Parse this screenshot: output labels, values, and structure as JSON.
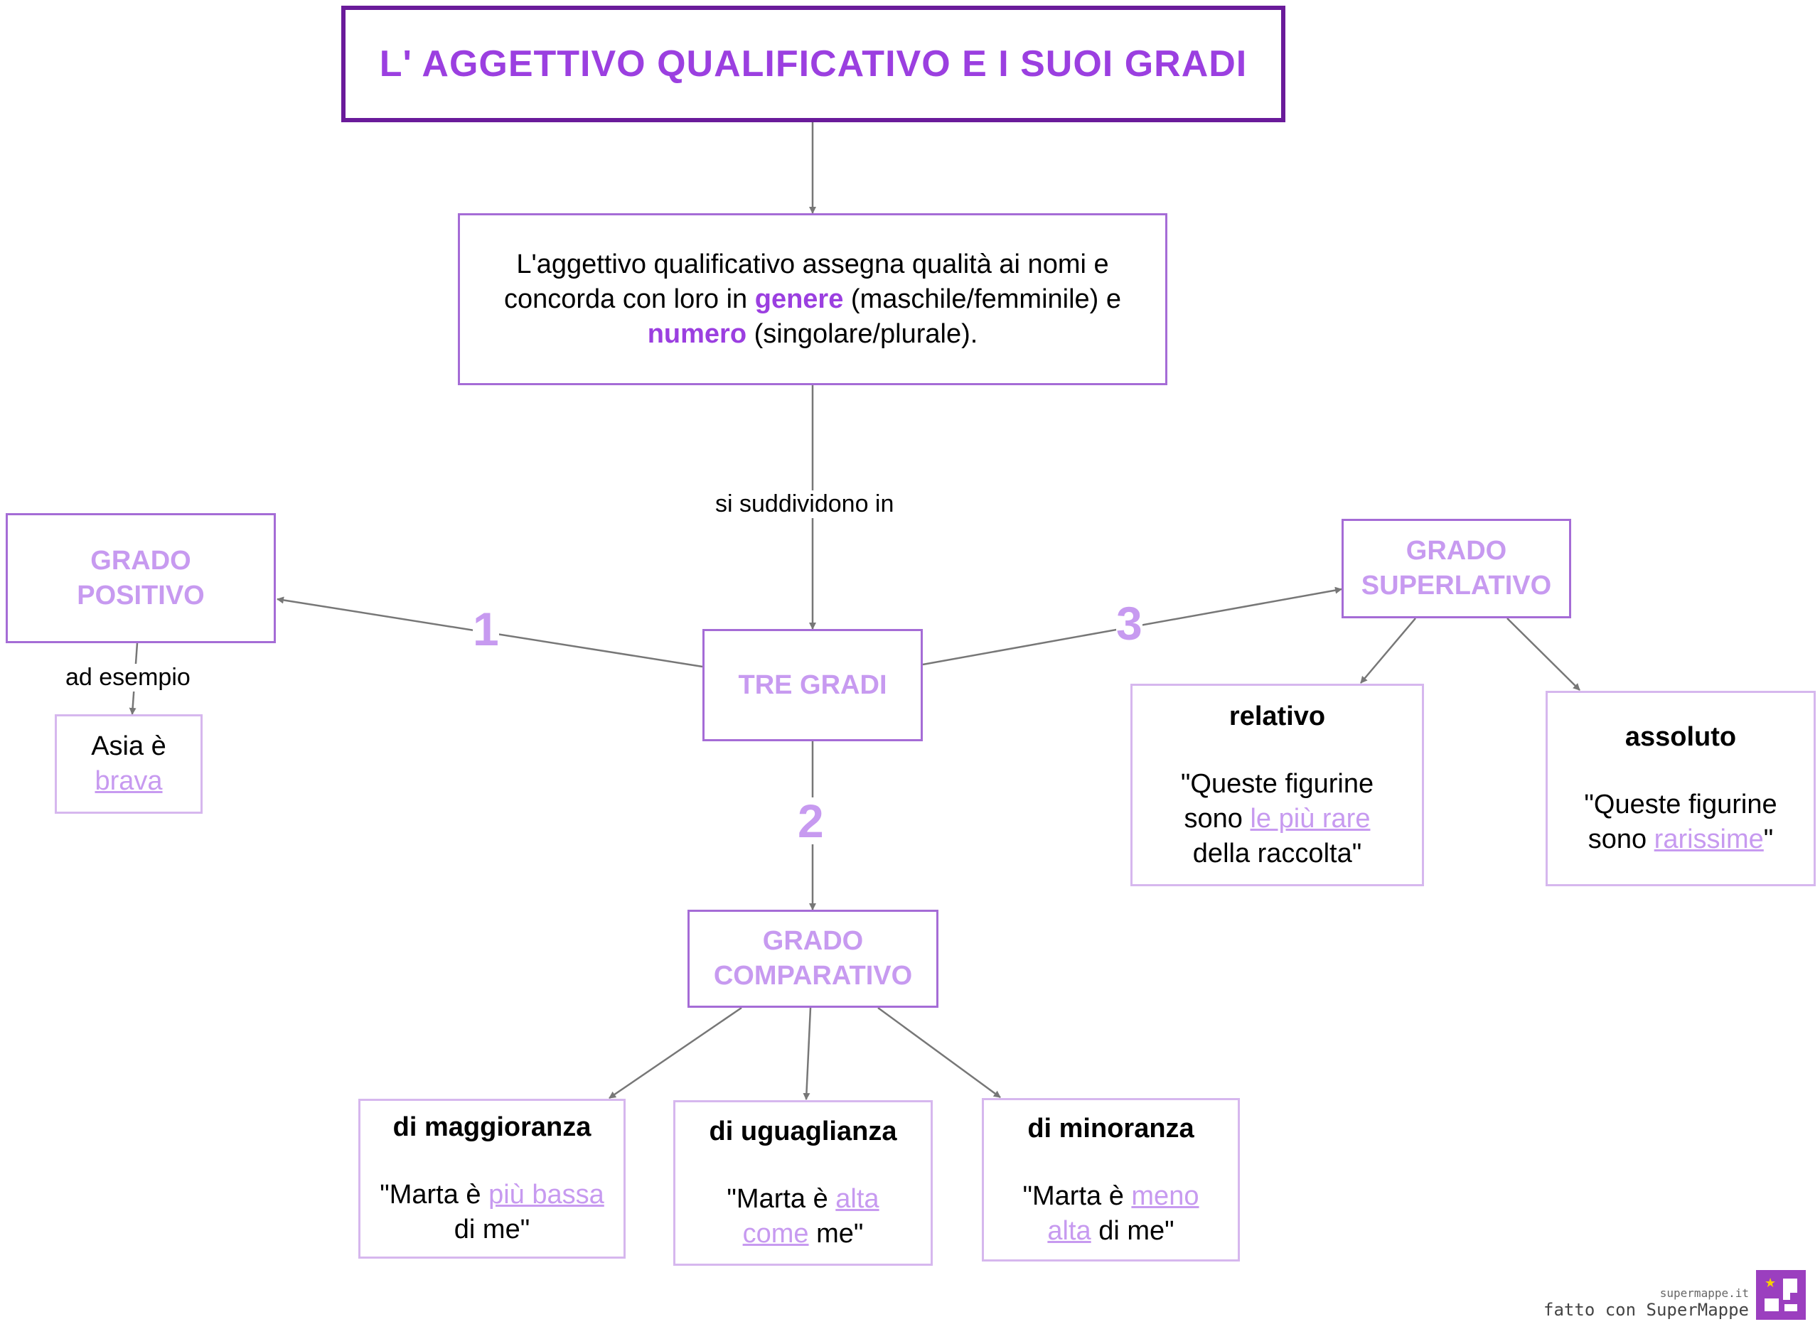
{
  "title": "L' AGGETTIVO  QUALIFICATIVO  E I SUOI GRADI",
  "definition": {
    "line1": "L'aggettivo qualificativo assegna qualità ai nomi e",
    "line2a": "concorda con loro in ",
    "genere": "genere",
    "line2b": " (maschile/femminile) e",
    "numero": "numero",
    "line3b": " (singolare/plurale)."
  },
  "link_label": "si suddividono in",
  "center": "TRE  GRADI",
  "numbers": [
    "1",
    "2",
    "3"
  ],
  "positivo": {
    "title_l1": "GRADO",
    "title_l2": "POSITIVO",
    "link_label": "ad esempio",
    "ex_l1": "Asia è",
    "ex_u": "brava"
  },
  "superlativo": {
    "title_l1": "GRADO",
    "title_l2": "SUPERLATIVO",
    "relativo": {
      "heading": "relativo",
      "l1": "\"Queste  figurine",
      "l2a": "sono ",
      "l2u": "le  più  rare",
      "l3": "della  raccolta\""
    },
    "assoluto": {
      "heading": "assoluto",
      "l1": "\"Queste  figurine",
      "l2a": "sono ",
      "l2u": "rarissime",
      "l2b": "\""
    }
  },
  "comparativo": {
    "title_l1": "GRADO",
    "title_l2": "COMPARATIVO",
    "maggioranza": {
      "heading": "di  maggioranza",
      "l1a": "\"Marta è ",
      "l1u": "più  bassa",
      "l2": "di me\""
    },
    "uguaglianza": {
      "heading": "di  uguaglianza",
      "l1a": "\"Marta è ",
      "l1u": "alta ",
      "l2u": "come",
      "l2b": " me\""
    },
    "minoranza": {
      "heading": "di  minoranza",
      "l1a": "\"Marta è ",
      "l1u": "meno ",
      "l2u": "alta",
      "l2b": " di me\""
    }
  },
  "brand": {
    "small": "supermappe.it",
    "main": "fatto con SuperMappe"
  },
  "colors": {
    "title_border": "#6a1b9a",
    "accent": "#9b3fe0",
    "light": "#c79af0",
    "line": "#777777"
  }
}
